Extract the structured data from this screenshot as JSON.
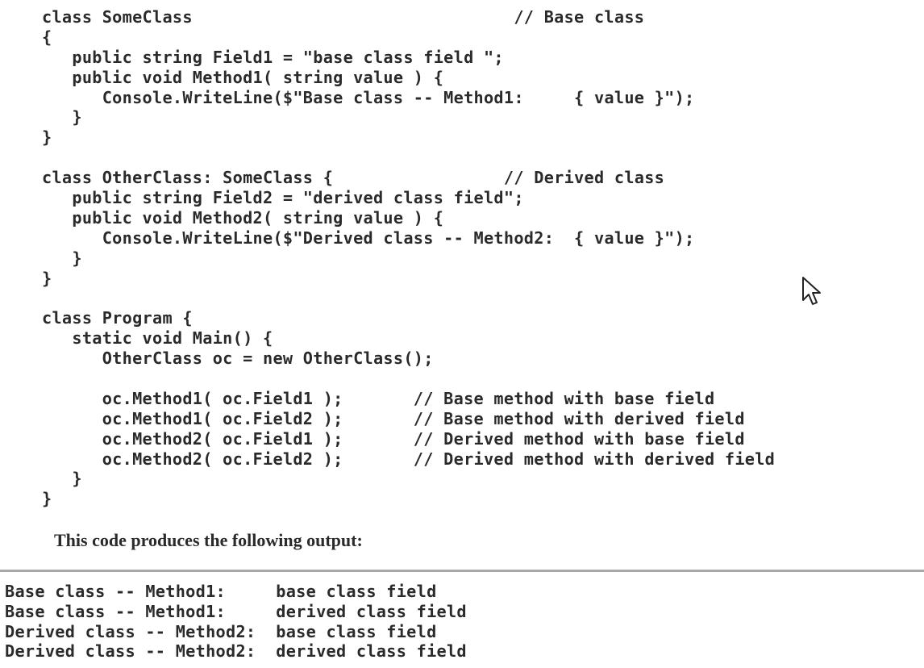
{
  "code_lines": [
    "class SomeClass                                // Base class",
    "{",
    "   public string Field1 = \"base class field \";",
    "   public void Method1( string value ) {",
    "      Console.WriteLine($\"Base class -- Method1:     { value }\");",
    "   }",
    "}",
    "",
    "class OtherClass: SomeClass {                 // Derived class",
    "   public string Field2 = \"derived class field\";",
    "   public void Method2( string value ) {",
    "      Console.WriteLine($\"Derived class -- Method2:  { value }\");",
    "   }",
    "}",
    "",
    "class Program {",
    "   static void Main() {",
    "      OtherClass oc = new OtherClass();",
    "",
    "      oc.Method1( oc.Field1 );       // Base method with base field",
    "      oc.Method1( oc.Field2 );       // Base method with derived field",
    "      oc.Method2( oc.Field1 );       // Derived method with base field",
    "      oc.Method2( oc.Field2 );       // Derived method with derived field",
    "   }",
    "}"
  ],
  "caption": "This code produces the following output:",
  "output_lines": [
    "Base class -- Method1:     base class field",
    "Base class -- Method1:     derived class field",
    "Derived class -- Method2:  base class field",
    "Derived class -- Method2:  derived class field"
  ],
  "cursor_icon": "mouse-pointer-icon"
}
